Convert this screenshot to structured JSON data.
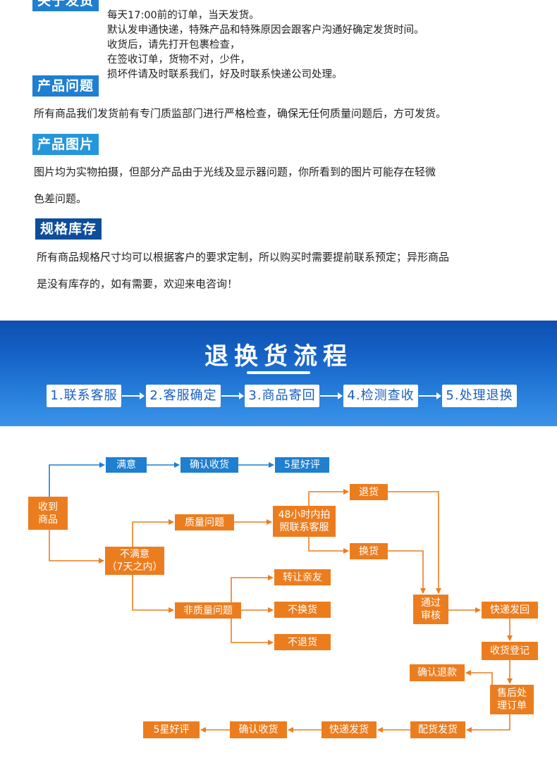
{
  "sections": {
    "shipping": {
      "tag": "关于发货",
      "lines": [
        "每天17:00前的订单，当天发货。",
        "默认发申通快递，特殊产品和特殊原因会跟客户沟通好确定发货时间。",
        "收货后，请先打开包裹检查，",
        "在签收订单，货物不对，少件，",
        "损坏件请及时联系我们，好及时联系快递公司处理。"
      ]
    },
    "quality": {
      "tag": "产品问题",
      "lines": [
        "所有商品我们发货前有专门质监部门进行严格检查，确保无任何质量问题后，方可发货。"
      ]
    },
    "images": {
      "tag": "产品图片",
      "lines": [
        "图片均为实物拍摄，但部分产品由于光线及显示器问题，你所看到的图片可能存在轻微",
        "色差问题。"
      ]
    },
    "stock": {
      "tag": "规格库存",
      "lines": [
        "所有商品规格尺寸均可以根据客户的要求定制，所以购买时需要提前联系预定；异形商品",
        "是没有库存的，如有需要，欢迎来电咨询！"
      ]
    }
  },
  "banner": {
    "title": "退换货流程",
    "steps": [
      "1.联系客服",
      "2.客服确定",
      "3.商品寄回",
      "4.检测查收",
      "5.处理退换"
    ]
  },
  "flow": {
    "received": "收到\n商品",
    "satisfied": "满意",
    "confirm_receipt_1": "确认收货",
    "five_star_1": "5星好评",
    "unsatisfied": "不满意\n（7天之内）",
    "quality_issue": "质量问题",
    "contact_48h": "48小时内拍\n照联系客服",
    "return_goods": "退货",
    "exchange_goods": "换货",
    "transfer": "转让亲友",
    "non_quality": "非质量问题",
    "no_exchange": "不换货",
    "no_return": "不退货",
    "approved": "通过\n审核",
    "express_return": "快递发回",
    "register": "收货登记",
    "confirm_refund": "确认退款",
    "after_sales": "售后处\n理订单",
    "dispatch": "配货发货",
    "express_ship": "快递发货",
    "confirm_receipt_2": "确认收货",
    "five_star_2": "5星好评"
  },
  "colors": {
    "accent_blue": "#1f7fd0",
    "flow_orange": "#ec7d1f",
    "banner_blue": "#1664c8"
  }
}
